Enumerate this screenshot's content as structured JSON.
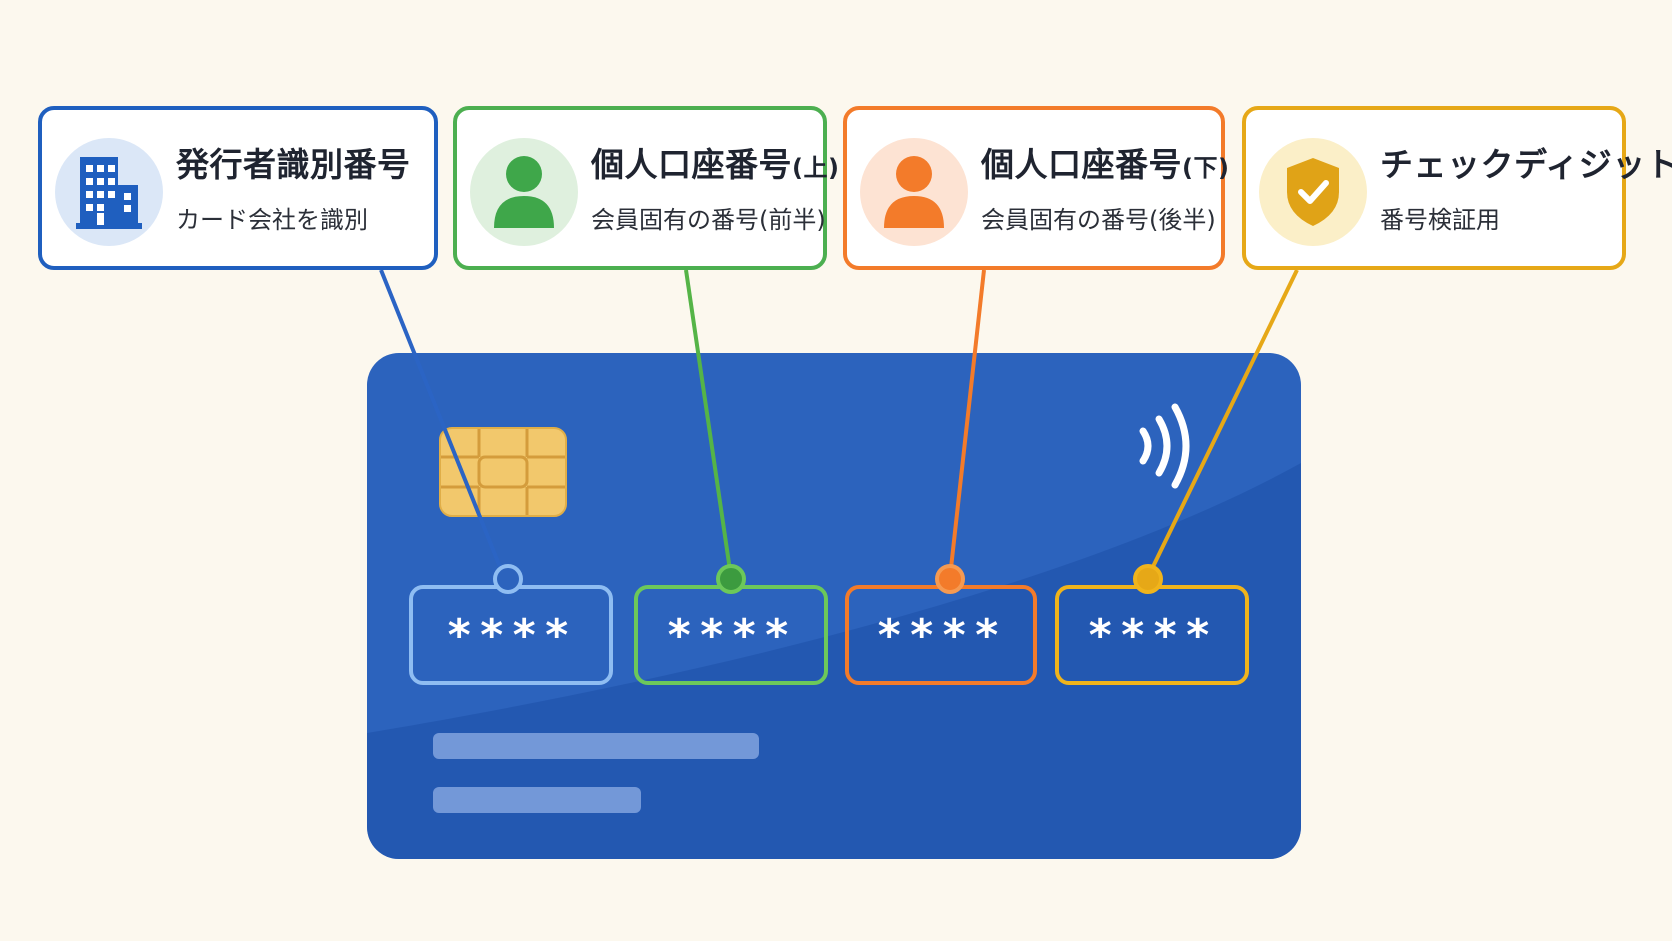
{
  "boxes": {
    "issuer": {
      "title": "発行者識別番号",
      "subtitle": "カード会社を識別",
      "icon": "building-icon",
      "color": "#1f5fbf"
    },
    "upper": {
      "title": "個人口座番号",
      "title_suffix": "(上)",
      "subtitle": "会員固有の番号(前半)",
      "icon": "person-icon",
      "color": "#4caf50"
    },
    "lower": {
      "title": "個人口座番号",
      "title_suffix": "(下)",
      "subtitle": "会員固有の番号(後半)",
      "icon": "person-icon",
      "color": "#f37b2a"
    },
    "check": {
      "title": "チェックディジット",
      "subtitle": "番号検証用",
      "icon": "shield-check-icon",
      "color": "#e6a817"
    }
  },
  "card": {
    "background": "#2c63bd",
    "groups": [
      "****",
      "****",
      "****",
      "****"
    ],
    "chip_icon": "chip-icon",
    "contactless_icon": "contactless-icon"
  }
}
